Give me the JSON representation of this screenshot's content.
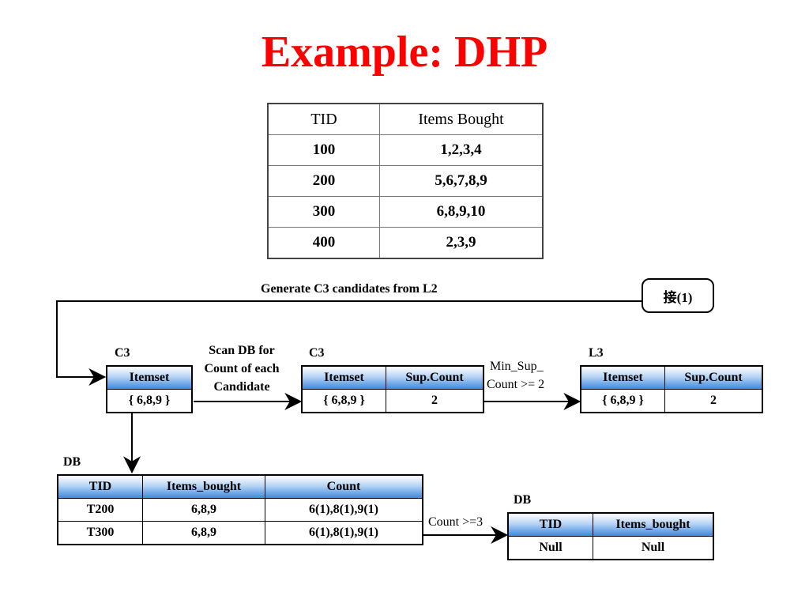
{
  "title": "Example: DHP",
  "transactions": {
    "headers": [
      "TID",
      "Items Bought"
    ],
    "rows": [
      [
        "100",
        "1,2,3,4"
      ],
      [
        "200",
        "5,6,7,8,9"
      ],
      [
        "300",
        "6,8,9,10"
      ],
      [
        "400",
        "2,3,9"
      ]
    ]
  },
  "flow": {
    "top_label": "Generate C3 candidates from L2",
    "connector": "接(1)",
    "c3_label": "C3",
    "c3_itemset_header": "Itemset",
    "c3_itemset": "{ 6,8,9 }",
    "scan_label": [
      "Scan DB for",
      "Count of each",
      "Candidate"
    ],
    "c3b_label": "C3",
    "c3b_headers": [
      "Itemset",
      "Sup.Count"
    ],
    "c3b_row": [
      "{ 6,8,9 }",
      "2"
    ],
    "minsup_label": [
      "Min_Sup_",
      "Count >= 2"
    ],
    "l3_label": "L3",
    "l3_headers": [
      "Itemset",
      "Sup.Count"
    ],
    "l3_row": [
      "{ 6,8,9 }",
      "2"
    ],
    "db_label": "DB",
    "db_headers": [
      "TID",
      "Items_bought",
      "Count"
    ],
    "db_rows": [
      [
        "T200",
        "6,8,9",
        "6(1),8(1),9(1)"
      ],
      [
        "T300",
        "6,8,9",
        "6(1),8(1),9(1)"
      ]
    ],
    "count_label": "Count >=3",
    "db2_label": "DB",
    "db2_headers": [
      "TID",
      "Items_bought"
    ],
    "db2_row": [
      "Null",
      "Null"
    ]
  }
}
